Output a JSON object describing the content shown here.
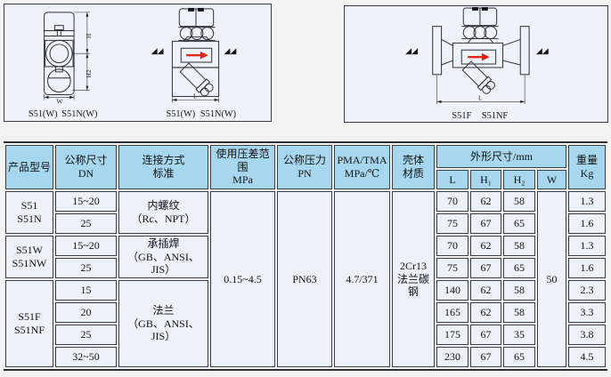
{
  "diagrams": {
    "left_box": {
      "fig1_caption": [
        "S51(W)",
        "S51N(W)"
      ],
      "fig2_caption": [
        "S51(W)",
        "S51N(W)"
      ]
    },
    "right_box": {
      "caption": [
        "S51F",
        "S51NF"
      ]
    },
    "dims": {
      "h": "H",
      "h2": "H2",
      "w": "W",
      "l": "L"
    }
  },
  "table": {
    "headers": {
      "product_model": "产品型号",
      "nominal_size": [
        "公称尺寸",
        "DN"
      ],
      "connection": [
        "连接方式",
        "标准"
      ],
      "pressure_range": [
        "使用压差范围",
        "MPa"
      ],
      "nominal_pressure": [
        "公称压力",
        "PN"
      ],
      "pma_tma": [
        "PMA/TMA",
        "MPa/℃"
      ],
      "body_material": [
        "壳体",
        "材质"
      ],
      "dimensions_group": "外形尺寸/mm",
      "dim_cols": [
        "L",
        "H₁",
        "H₂",
        "W"
      ],
      "weight": [
        "重量",
        "Kg"
      ]
    },
    "groups": [
      {
        "model": [
          "S51",
          "S51N"
        ],
        "conn": [
          "内螺纹",
          "（Rc、NPT）"
        ]
      },
      {
        "model": [
          "S51W",
          "S51NW"
        ],
        "conn": [
          "承插焊",
          "（GB、ANSI、JIS）"
        ]
      },
      {
        "model": [
          "S51F",
          "S51NF"
        ],
        "conn": [
          "法兰",
          "（GB、ANSI、JIS）"
        ]
      }
    ],
    "shared": {
      "pressure_range": "0.15~4.5",
      "nominal_pressure": "PN63",
      "pma_tma": "4.7/371",
      "material": [
        "2Cr13",
        "法兰碳钢"
      ],
      "w": "50"
    },
    "rows": [
      {
        "dn": "15~20",
        "l": "70",
        "h1": "62",
        "h2": "58",
        "kg": "1.3"
      },
      {
        "dn": "25",
        "l": "75",
        "h1": "67",
        "h2": "65",
        "kg": "1.6"
      },
      {
        "dn": "15~20",
        "l": "70",
        "h1": "62",
        "h2": "58",
        "kg": "1.3"
      },
      {
        "dn": "25",
        "l": "75",
        "h1": "67",
        "h2": "65",
        "kg": "1.6"
      },
      {
        "dn": "15",
        "l": "140",
        "h1": "62",
        "h2": "58",
        "kg": "2.3"
      },
      {
        "dn": "20",
        "l": "165",
        "h1": "62",
        "h2": "58",
        "kg": "3.3"
      },
      {
        "dn": "25",
        "l": "175",
        "h1": "67",
        "h2": "35",
        "kg": "3.8"
      },
      {
        "dn": "32~50",
        "l": "230",
        "h1": "67",
        "h2": "65",
        "kg": "4.5"
      }
    ]
  }
}
